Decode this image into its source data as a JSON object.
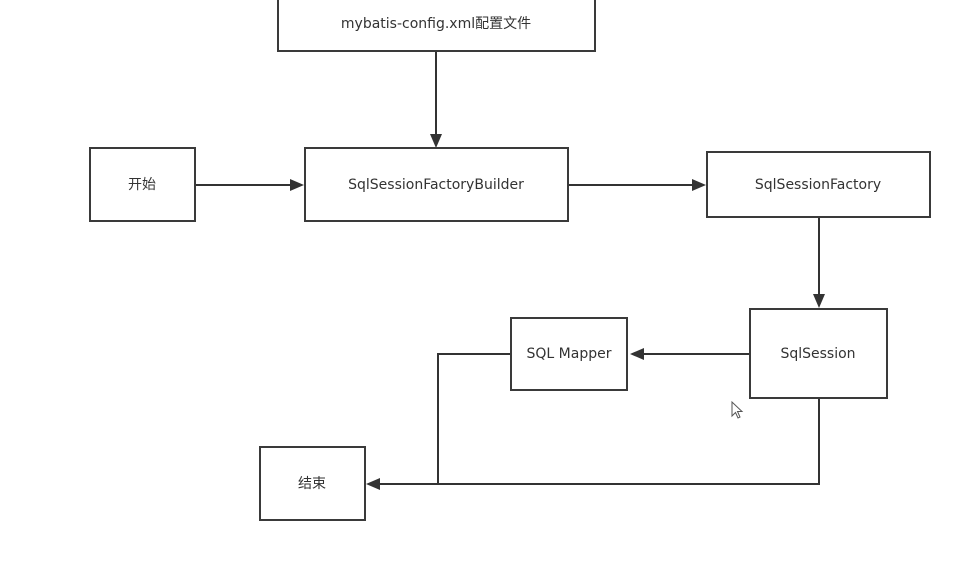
{
  "diagram": {
    "nodes": {
      "config": {
        "label": "mybatis-config.xml配置文件"
      },
      "start": {
        "label": "开始"
      },
      "builder": {
        "label": "SqlSessionFactoryBuilder"
      },
      "factory": {
        "label": "SqlSessionFactory"
      },
      "session": {
        "label": "SqlSession"
      },
      "mapper": {
        "label": "SQL Mapper"
      },
      "end": {
        "label": "结束"
      }
    },
    "edges": [
      {
        "from": "config",
        "to": "builder"
      },
      {
        "from": "start",
        "to": "builder"
      },
      {
        "from": "builder",
        "to": "factory"
      },
      {
        "from": "factory",
        "to": "session"
      },
      {
        "from": "session",
        "to": "mapper"
      },
      {
        "from": "mapper",
        "to": "end"
      },
      {
        "from": "session",
        "to": "end"
      }
    ]
  },
  "colors": {
    "stroke": "#3a3a3a",
    "text": "#333333",
    "background": "#ffffff"
  },
  "icons": {
    "cursor": "mouse-pointer-icon"
  }
}
